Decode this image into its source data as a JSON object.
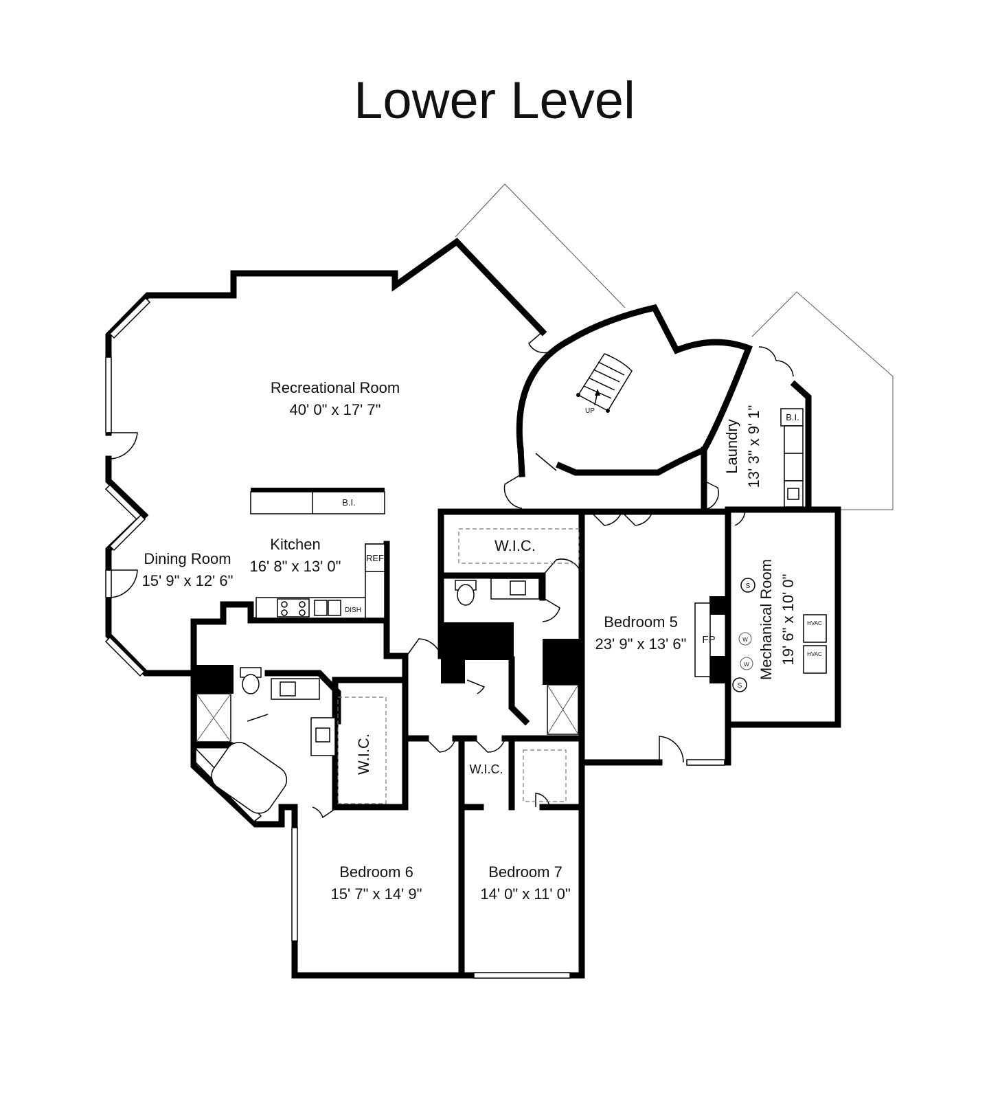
{
  "title": "Lower Level",
  "rooms": {
    "recreational": {
      "name": "Recreational Room",
      "dims": "40' 0\" x 17' 7\""
    },
    "kitchen": {
      "name": "Kitchen",
      "dims": "16' 8\" x 13' 0\""
    },
    "dining": {
      "name": "Dining Room",
      "dims": "15' 9\" x 12' 6\""
    },
    "bedroom5": {
      "name": "Bedroom 5",
      "dims": "23' 9\" x 13' 6\""
    },
    "bedroom6": {
      "name": "Bedroom 6",
      "dims": "15' 7\" x 14' 9\""
    },
    "bedroom7": {
      "name": "Bedroom 7",
      "dims": "14' 0\" x 11' 0\""
    },
    "laundry": {
      "name": "Laundry",
      "dims": "13' 3\" x 9' 1\""
    },
    "mechanical": {
      "name": "Mechanical Room",
      "dims": "19' 6\" x 10' 0\""
    }
  },
  "labels": {
    "bi_rec": "B.I.",
    "bi_laundry": "B.I.",
    "ref": "REF",
    "dish": "DISH",
    "fp": "FP",
    "wic_top": "W.I.C.",
    "wic_bed6": "W.I.C.",
    "wic_bed7": "W.I.C.",
    "up": "UP",
    "s": "S",
    "w": "W",
    "hvac": "HVAC"
  }
}
